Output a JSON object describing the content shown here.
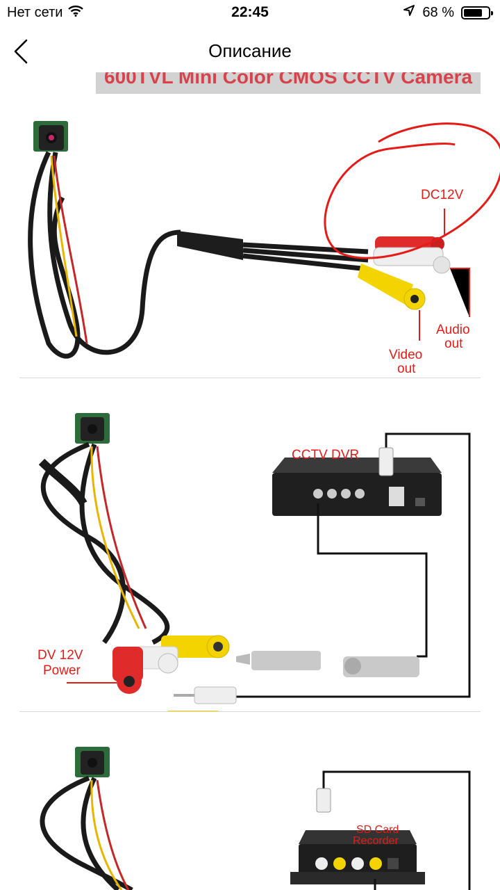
{
  "status": {
    "carrier": "Нет сети",
    "time": "22:45",
    "battery": "68 %",
    "battery_level": 0.68
  },
  "nav": {
    "title": "Описание"
  },
  "banner": {
    "text": "600TVL Mini Color CMOS CCTV Camera"
  },
  "image1": {
    "dc12v": "DC12V",
    "audio1": "Audio",
    "audio2": "out",
    "video1": "Video",
    "video2": "out"
  },
  "image2": {
    "dvr": "CCTV DVR",
    "power1": "DV 12V",
    "power2": "Power"
  },
  "image3": {
    "recorder1": "SD Card",
    "recorder2": "Recorder"
  }
}
